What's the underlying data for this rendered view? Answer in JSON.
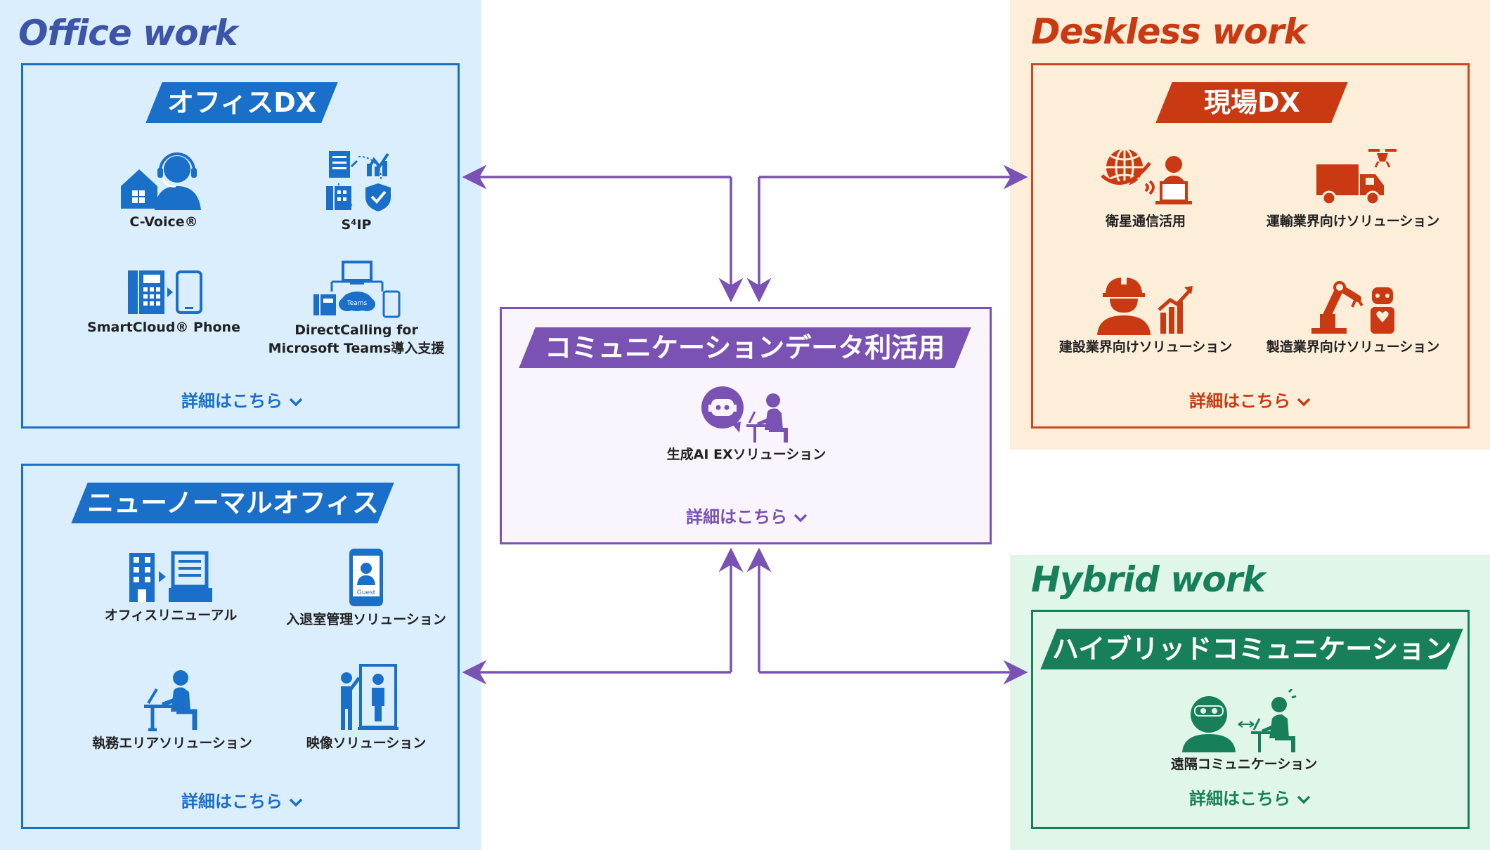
{
  "colors": {
    "office": "#1a6fc9",
    "office_bg": "#dbeefd",
    "deskless": "#c93a12",
    "deskless_bg": "#fdeeda",
    "hybrid": "#17805a",
    "hybrid_bg": "#e0f6e8",
    "center": "#7a52b3",
    "center_bg": "#faf4fe",
    "arrow": "#7a52b3"
  },
  "office_zone": {
    "title": "Office work",
    "office_dx": {
      "banner": "オフィスDX",
      "items": [
        {
          "label": "C-Voice®",
          "icon": "home-headset-icon"
        },
        {
          "label": "S⁴IP",
          "icon": "document-phone-shield-icon"
        },
        {
          "label": "SmartCloud® Phone",
          "icon": "deskphone-mobile-icon"
        },
        {
          "label": "DirectCalling for\nMicrosoft Teams導入支援",
          "icon": "teams-cloud-devices-icon"
        }
      ],
      "link": "詳細はこちら"
    },
    "new_normal": {
      "banner": "ニューノーマルオフィス",
      "items": [
        {
          "label": "オフィスリニューアル",
          "icon": "building-renewal-icon"
        },
        {
          "label": "入退室管理ソリューション",
          "icon": "guest-phone-icon"
        },
        {
          "label": "執務エリアソリューション",
          "icon": "desk-worker-icon"
        },
        {
          "label": "映像ソリューション",
          "icon": "display-signage-icon"
        }
      ],
      "link": "詳細はこちら"
    }
  },
  "deskless_zone": {
    "title": "Deskless work",
    "banner": "現場DX",
    "items": [
      {
        "label": "衛星通信活用",
        "icon": "satellite-laptop-icon"
      },
      {
        "label": "運輸業界向けソリューション",
        "icon": "truck-drone-icon"
      },
      {
        "label": "建設業界向けソリューション",
        "icon": "construction-worker-icon"
      },
      {
        "label": "製造業界向けソリューション",
        "icon": "robot-arm-icon"
      }
    ],
    "link": "詳細はこちら"
  },
  "hybrid_zone": {
    "title": "Hybrid work",
    "banner": "ハイブリッドコミュニケーション",
    "items": [
      {
        "label": "遠隔コミュニケーション",
        "icon": "remote-vr-icon"
      }
    ],
    "link": "詳細はこちら"
  },
  "center": {
    "banner": "コミュニケーションデータ利活用",
    "items": [
      {
        "label": "生成AI EXソリューション",
        "icon": "ai-chatbot-user-icon"
      }
    ],
    "link": "詳細はこちら"
  }
}
